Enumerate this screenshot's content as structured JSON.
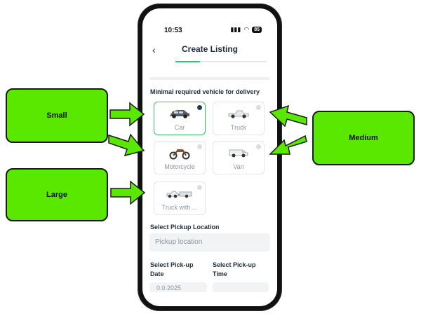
{
  "status": {
    "time": "10:53",
    "battery": "85"
  },
  "header": {
    "title": "Create Listing",
    "progress_fraction": 0.27
  },
  "vehicle_section": {
    "label": "Minimal required vehicle for delivery",
    "options": [
      {
        "label": "Car",
        "selected": true
      },
      {
        "label": "Truck",
        "selected": false
      },
      {
        "label": "Motorcycle",
        "selected": false
      },
      {
        "label": "Van",
        "selected": false
      },
      {
        "label": "Truck with ...",
        "selected": false
      }
    ]
  },
  "pickup_location": {
    "label": "Select Pickup Location",
    "placeholder": "Pickup location"
  },
  "pickup_date": {
    "label_line1": "Select Pick-up",
    "label_line2": "Date",
    "value": "0.0.2025"
  },
  "pickup_time": {
    "label_line1": "Select Pick-up",
    "label_line2": "Time"
  },
  "callouts": {
    "small": "Small",
    "medium": "Medium",
    "large": "Large"
  },
  "colors": {
    "accent": "#35c26a",
    "callout": "#5be800",
    "selected_radio": "#1f3d4a"
  }
}
